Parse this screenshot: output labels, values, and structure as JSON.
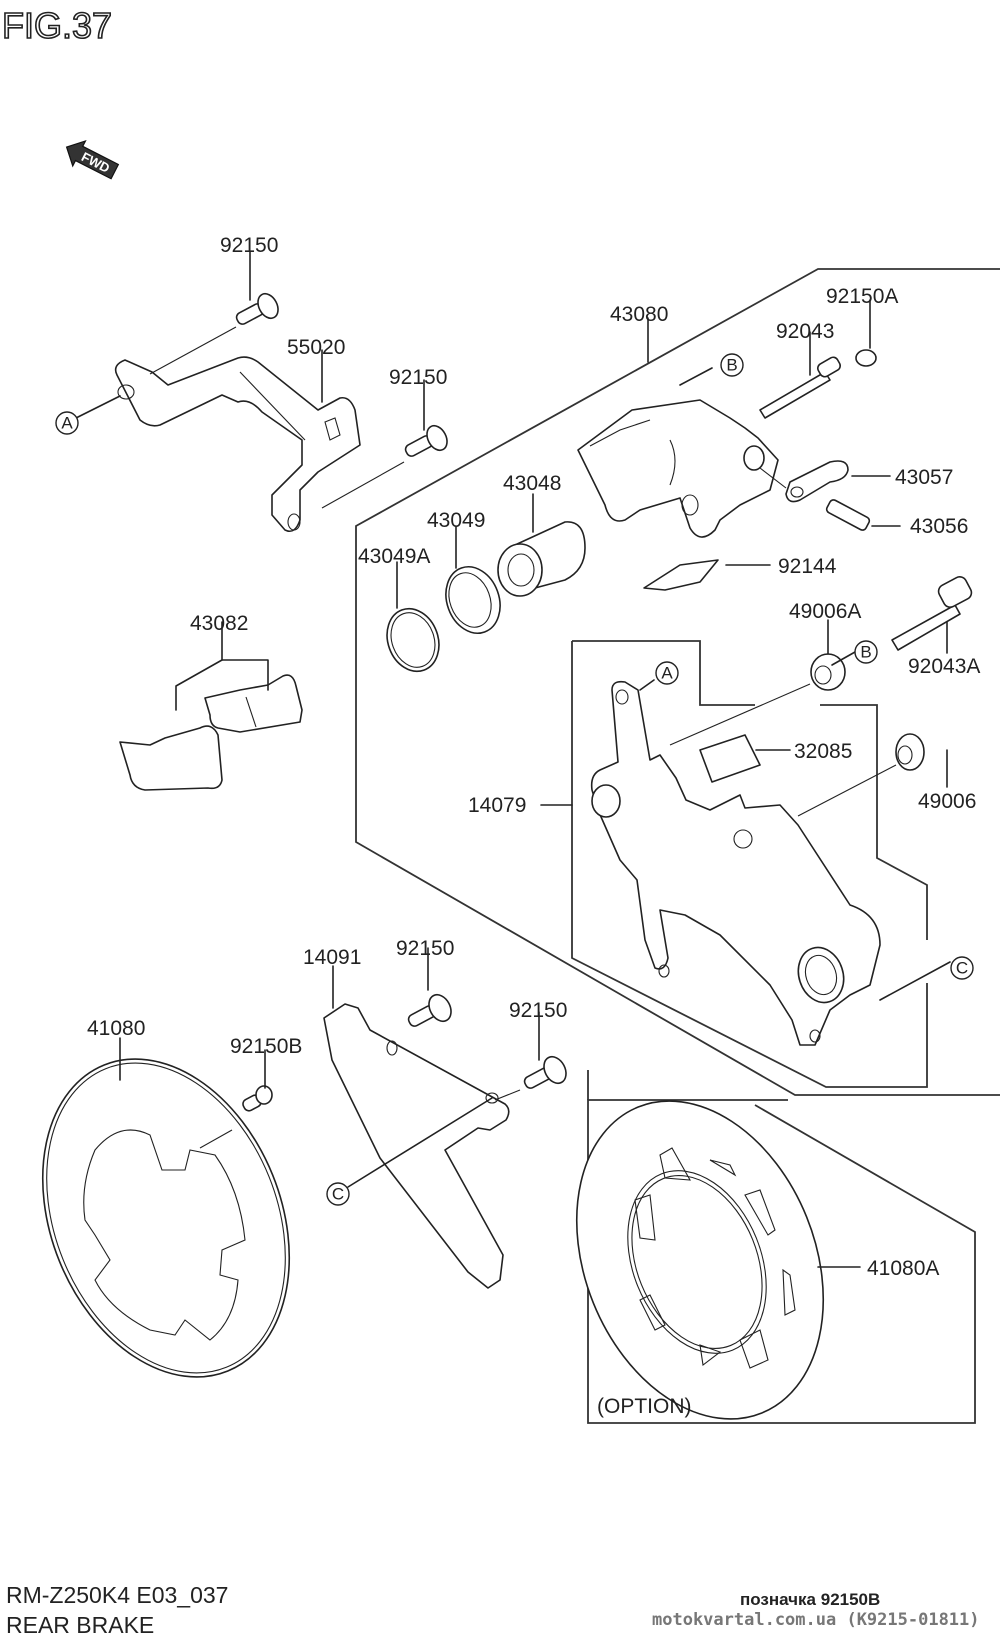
{
  "figure": {
    "title": "FIG.37",
    "direction_label": "FWD",
    "model_code": "RM-Z250K4 E03_037",
    "section_name": "REAR BRAKE",
    "note": "позначка 92150B",
    "source": "motokvartal.com.ua (K9215-01811)",
    "option_label": "(OPTION)"
  },
  "parts": [
    {
      "id": "p92150_top",
      "number": "92150",
      "description": "bolt (bracket, upper)"
    },
    {
      "id": "p55020",
      "number": "55020",
      "description": "bracket"
    },
    {
      "id": "p92150_mid",
      "number": "92150",
      "description": "bolt (bracket, lower)"
    },
    {
      "id": "p43080",
      "number": "43080",
      "description": "caliper assembly"
    },
    {
      "id": "p92150A",
      "number": "92150A",
      "description": "cap"
    },
    {
      "id": "p92043",
      "number": "92043",
      "description": "pin"
    },
    {
      "id": "p43057",
      "number": "43057",
      "description": "bleeder cap"
    },
    {
      "id": "p43056",
      "number": "43056",
      "description": "bleeder valve"
    },
    {
      "id": "p43048",
      "number": "43048",
      "description": "piston"
    },
    {
      "id": "p43049",
      "number": "43049",
      "description": "seal"
    },
    {
      "id": "p43049A",
      "number": "43049A",
      "description": "seal"
    },
    {
      "id": "p92144",
      "number": "92144",
      "description": "spring"
    },
    {
      "id": "p43082",
      "number": "43082",
      "description": "brake pads"
    },
    {
      "id": "p49006A",
      "number": "49006A",
      "description": "boot"
    },
    {
      "id": "p92043A",
      "number": "92043A",
      "description": "pin"
    },
    {
      "id": "p32085",
      "number": "32085",
      "description": "clip"
    },
    {
      "id": "p14079",
      "number": "14079",
      "description": "caliper holder"
    },
    {
      "id": "p49006",
      "number": "49006",
      "description": "boot"
    },
    {
      "id": "p14091",
      "number": "14091",
      "description": "disc guard"
    },
    {
      "id": "p92150_guard1",
      "number": "92150",
      "description": "bolt (guard, upper)"
    },
    {
      "id": "p92150_guard2",
      "number": "92150",
      "description": "bolt (guard, lower)"
    },
    {
      "id": "p41080",
      "number": "41080",
      "description": "brake disc"
    },
    {
      "id": "p92150B",
      "number": "92150B",
      "description": "disc bolt"
    },
    {
      "id": "p41080A",
      "number": "41080A",
      "description": "brake disc (option)"
    }
  ],
  "reference_marks": [
    "A",
    "B",
    "C"
  ]
}
